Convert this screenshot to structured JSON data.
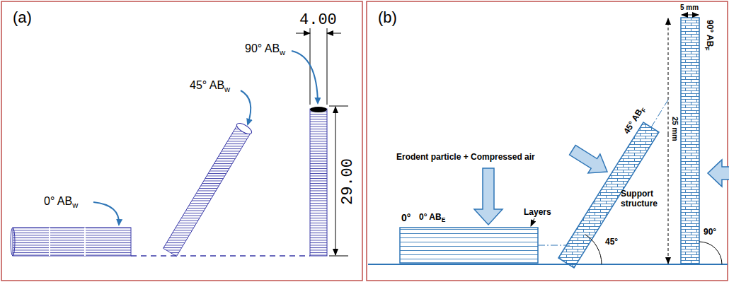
{
  "diagram": {
    "labels": [
      "(a)",
      "4.00",
      "90° ABw",
      "45° ABw",
      "29.00",
      "0° ABw",
      "(b)",
      "5 mm",
      "90° ABF",
      "45° ABF",
      "Erodent particle + Compressed air",
      "25 mm",
      "Support structure",
      "Layers",
      "0°",
      "0° ABE",
      "45°",
      "90°"
    ]
  }
}
